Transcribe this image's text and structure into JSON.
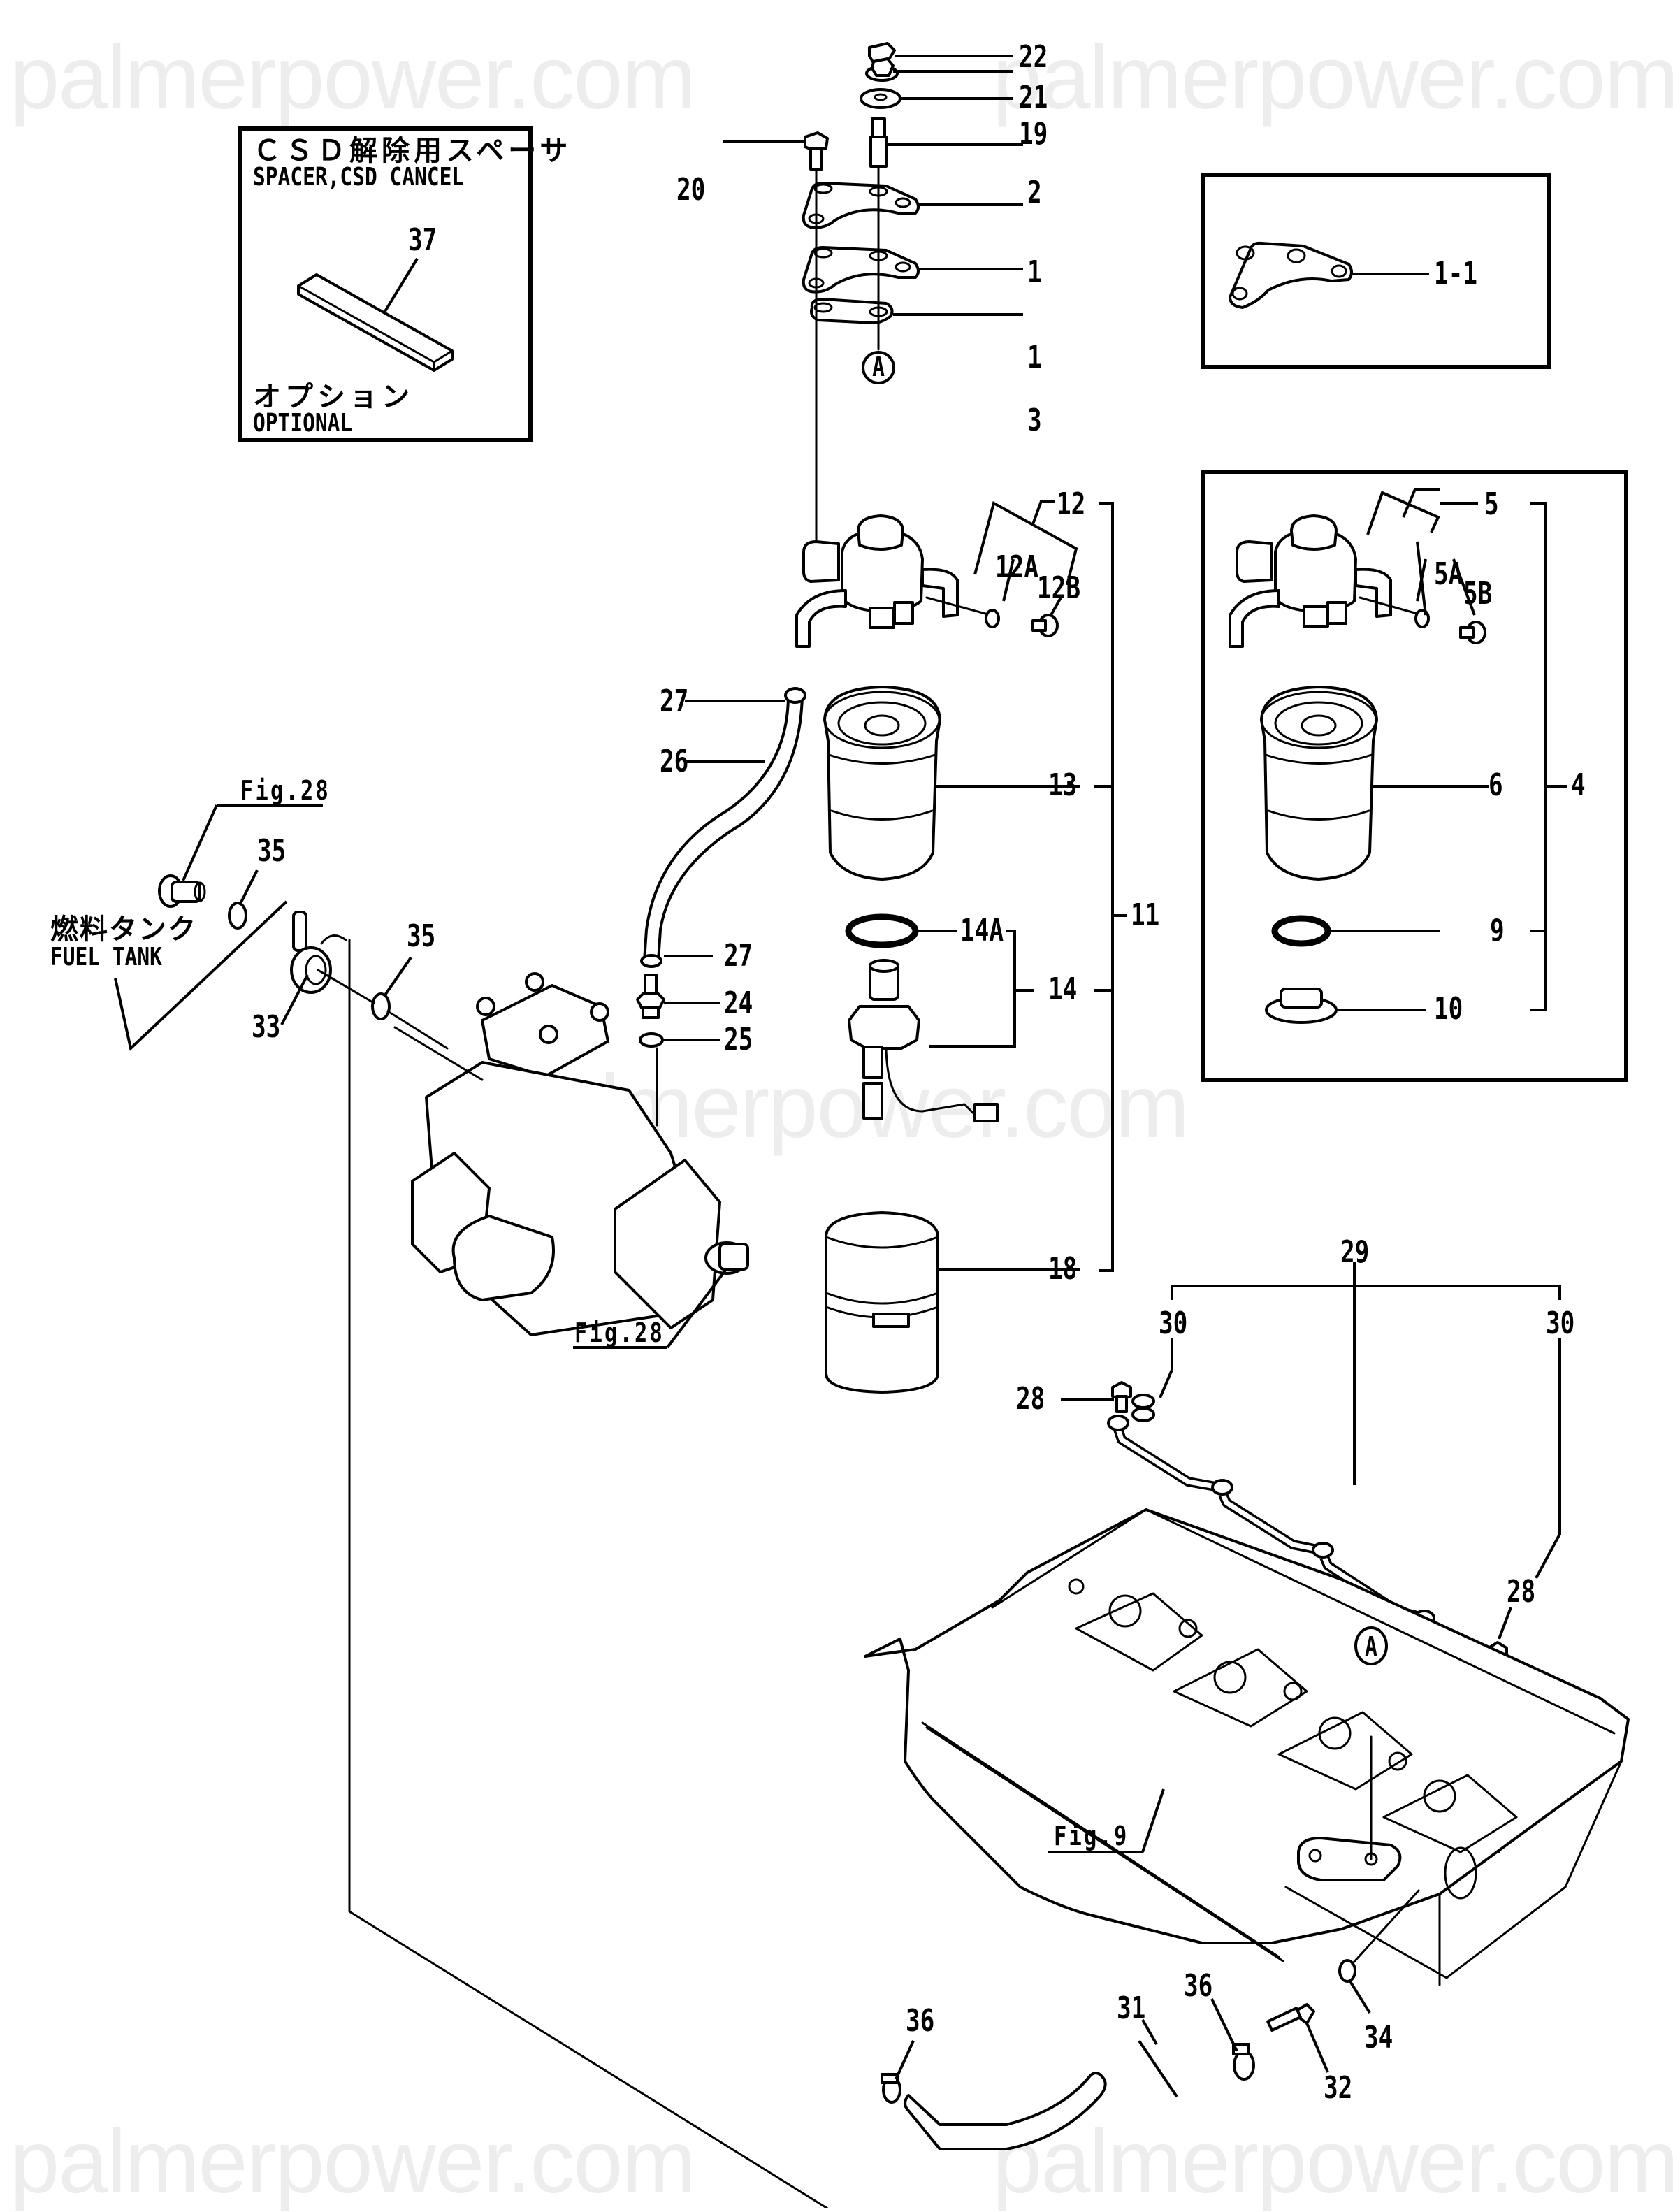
{
  "watermark": {
    "text": "palmerpower.com",
    "color": "#ededed"
  },
  "inset_spacer": {
    "title_jp": "ＣＳＤ解除用スペーサ",
    "title_en": "SPACER,CSD CANCEL",
    "part": "37",
    "note_jp": "オプション",
    "note_en": "OPTIONAL"
  },
  "inset_bracket": {
    "part": "1-1"
  },
  "inset_filter_kit": {
    "parts": {
      "assembly": "4",
      "head": "5",
      "washer": "5A",
      "bolt": "5B",
      "element": "6",
      "o_ring": "9",
      "cap": "10"
    }
  },
  "fuel_tank": {
    "label_jp": "燃料タンク",
    "label_en": "FUEL TANK"
  },
  "figure_refs": {
    "fig28_top": "Fig.28",
    "fig28_pump": "Fig.28",
    "fig9_head": "Fig.9"
  },
  "reference_mark": "A",
  "callouts": {
    "p22": "22",
    "p21": "21",
    "p19": "19",
    "p20": "20",
    "p2": "2",
    "p1a": "1",
    "p1b": "1",
    "p3": "3",
    "p12": "12",
    "p12A": "12A",
    "p12B": "12B",
    "p27a": "27",
    "p26": "26",
    "p13": "13",
    "p11": "11",
    "p27b": "27",
    "p24": "24",
    "p25": "25",
    "p14A": "14A",
    "p14": "14",
    "p18": "18",
    "p35a": "35",
    "p35b": "35",
    "p33": "33",
    "p29": "29",
    "p30a": "30",
    "p30b": "30",
    "p28a": "28",
    "p28b": "28",
    "p36a": "36",
    "p36b": "36",
    "p31": "31",
    "p32": "32",
    "p34": "34"
  }
}
